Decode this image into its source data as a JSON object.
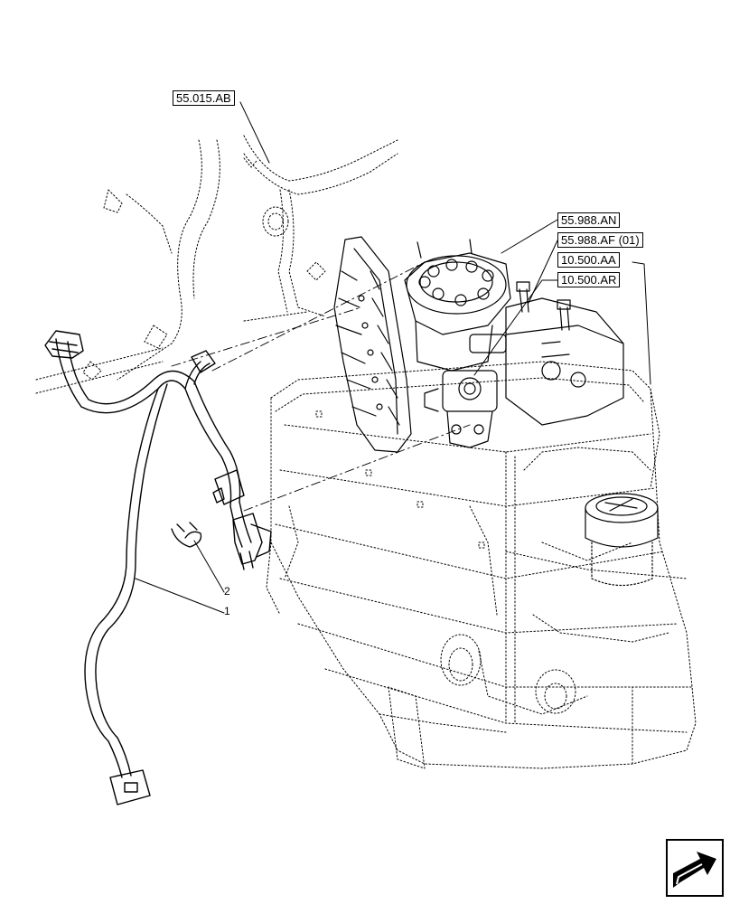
{
  "references": [
    {
      "id": "ref-55-015-ab",
      "label": "55.015.AB"
    },
    {
      "id": "ref-55-988-an",
      "label": "55.988.AN"
    },
    {
      "id": "ref-55-988-af",
      "label": "55.988.AF (01)"
    },
    {
      "id": "ref-10-500-aa",
      "label": "10.500.AA"
    },
    {
      "id": "ref-10-500-ar",
      "label": "10.500.AR"
    }
  ],
  "callouts": {
    "item1": "1",
    "item2": "2"
  },
  "icons": {
    "navigation": "next-page-arrow-icon"
  }
}
